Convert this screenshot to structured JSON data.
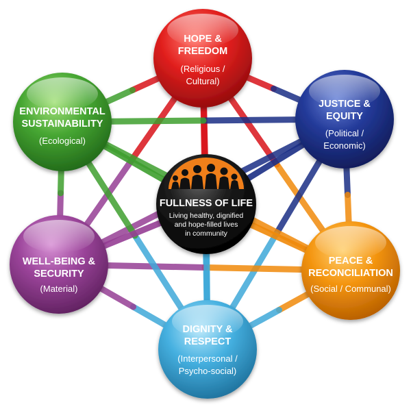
{
  "center": {
    "title": "FULLNESS OF LIFE",
    "description_lines": [
      "Living healthy, dignified",
      "and hope-filled lives",
      "in community"
    ]
  },
  "nodes": [
    {
      "key": "hope",
      "title_lines": [
        "HOPE &",
        "FREEDOM"
      ],
      "subtitle_lines": [
        "(Religious /",
        "Cultural)"
      ],
      "color": "#d9141b"
    },
    {
      "key": "justice",
      "title_lines": [
        "JUSTICE &",
        "EQUITY"
      ],
      "subtitle_lines": [
        "(Political /",
        "Economic)"
      ],
      "color": "#1b2f86"
    },
    {
      "key": "peace",
      "title_lines": [
        "PEACE &",
        "RECONCILIATION"
      ],
      "subtitle_lines": [
        "(Social / Communal)"
      ],
      "color": "#f08a0b"
    },
    {
      "key": "dignity",
      "title_lines": [
        "DIGNITY &",
        "RESPECT"
      ],
      "subtitle_lines": [
        "(Interpersonal /",
        "Psycho-social)"
      ],
      "color": "#3fa9d9"
    },
    {
      "key": "wellbeing",
      "title_lines": [
        "WELL-BEING &",
        "SECURITY"
      ],
      "subtitle_lines": [
        "(Material)"
      ],
      "color": "#963f95"
    },
    {
      "key": "environment",
      "title_lines": [
        "ENVIRONMENTAL",
        "SUSTAINABILITY"
      ],
      "subtitle_lines": [
        "(Ecological)"
      ],
      "color": "#3f9f2f"
    }
  ],
  "center_color": "#111111",
  "center_logo_color": "#f07f1a"
}
